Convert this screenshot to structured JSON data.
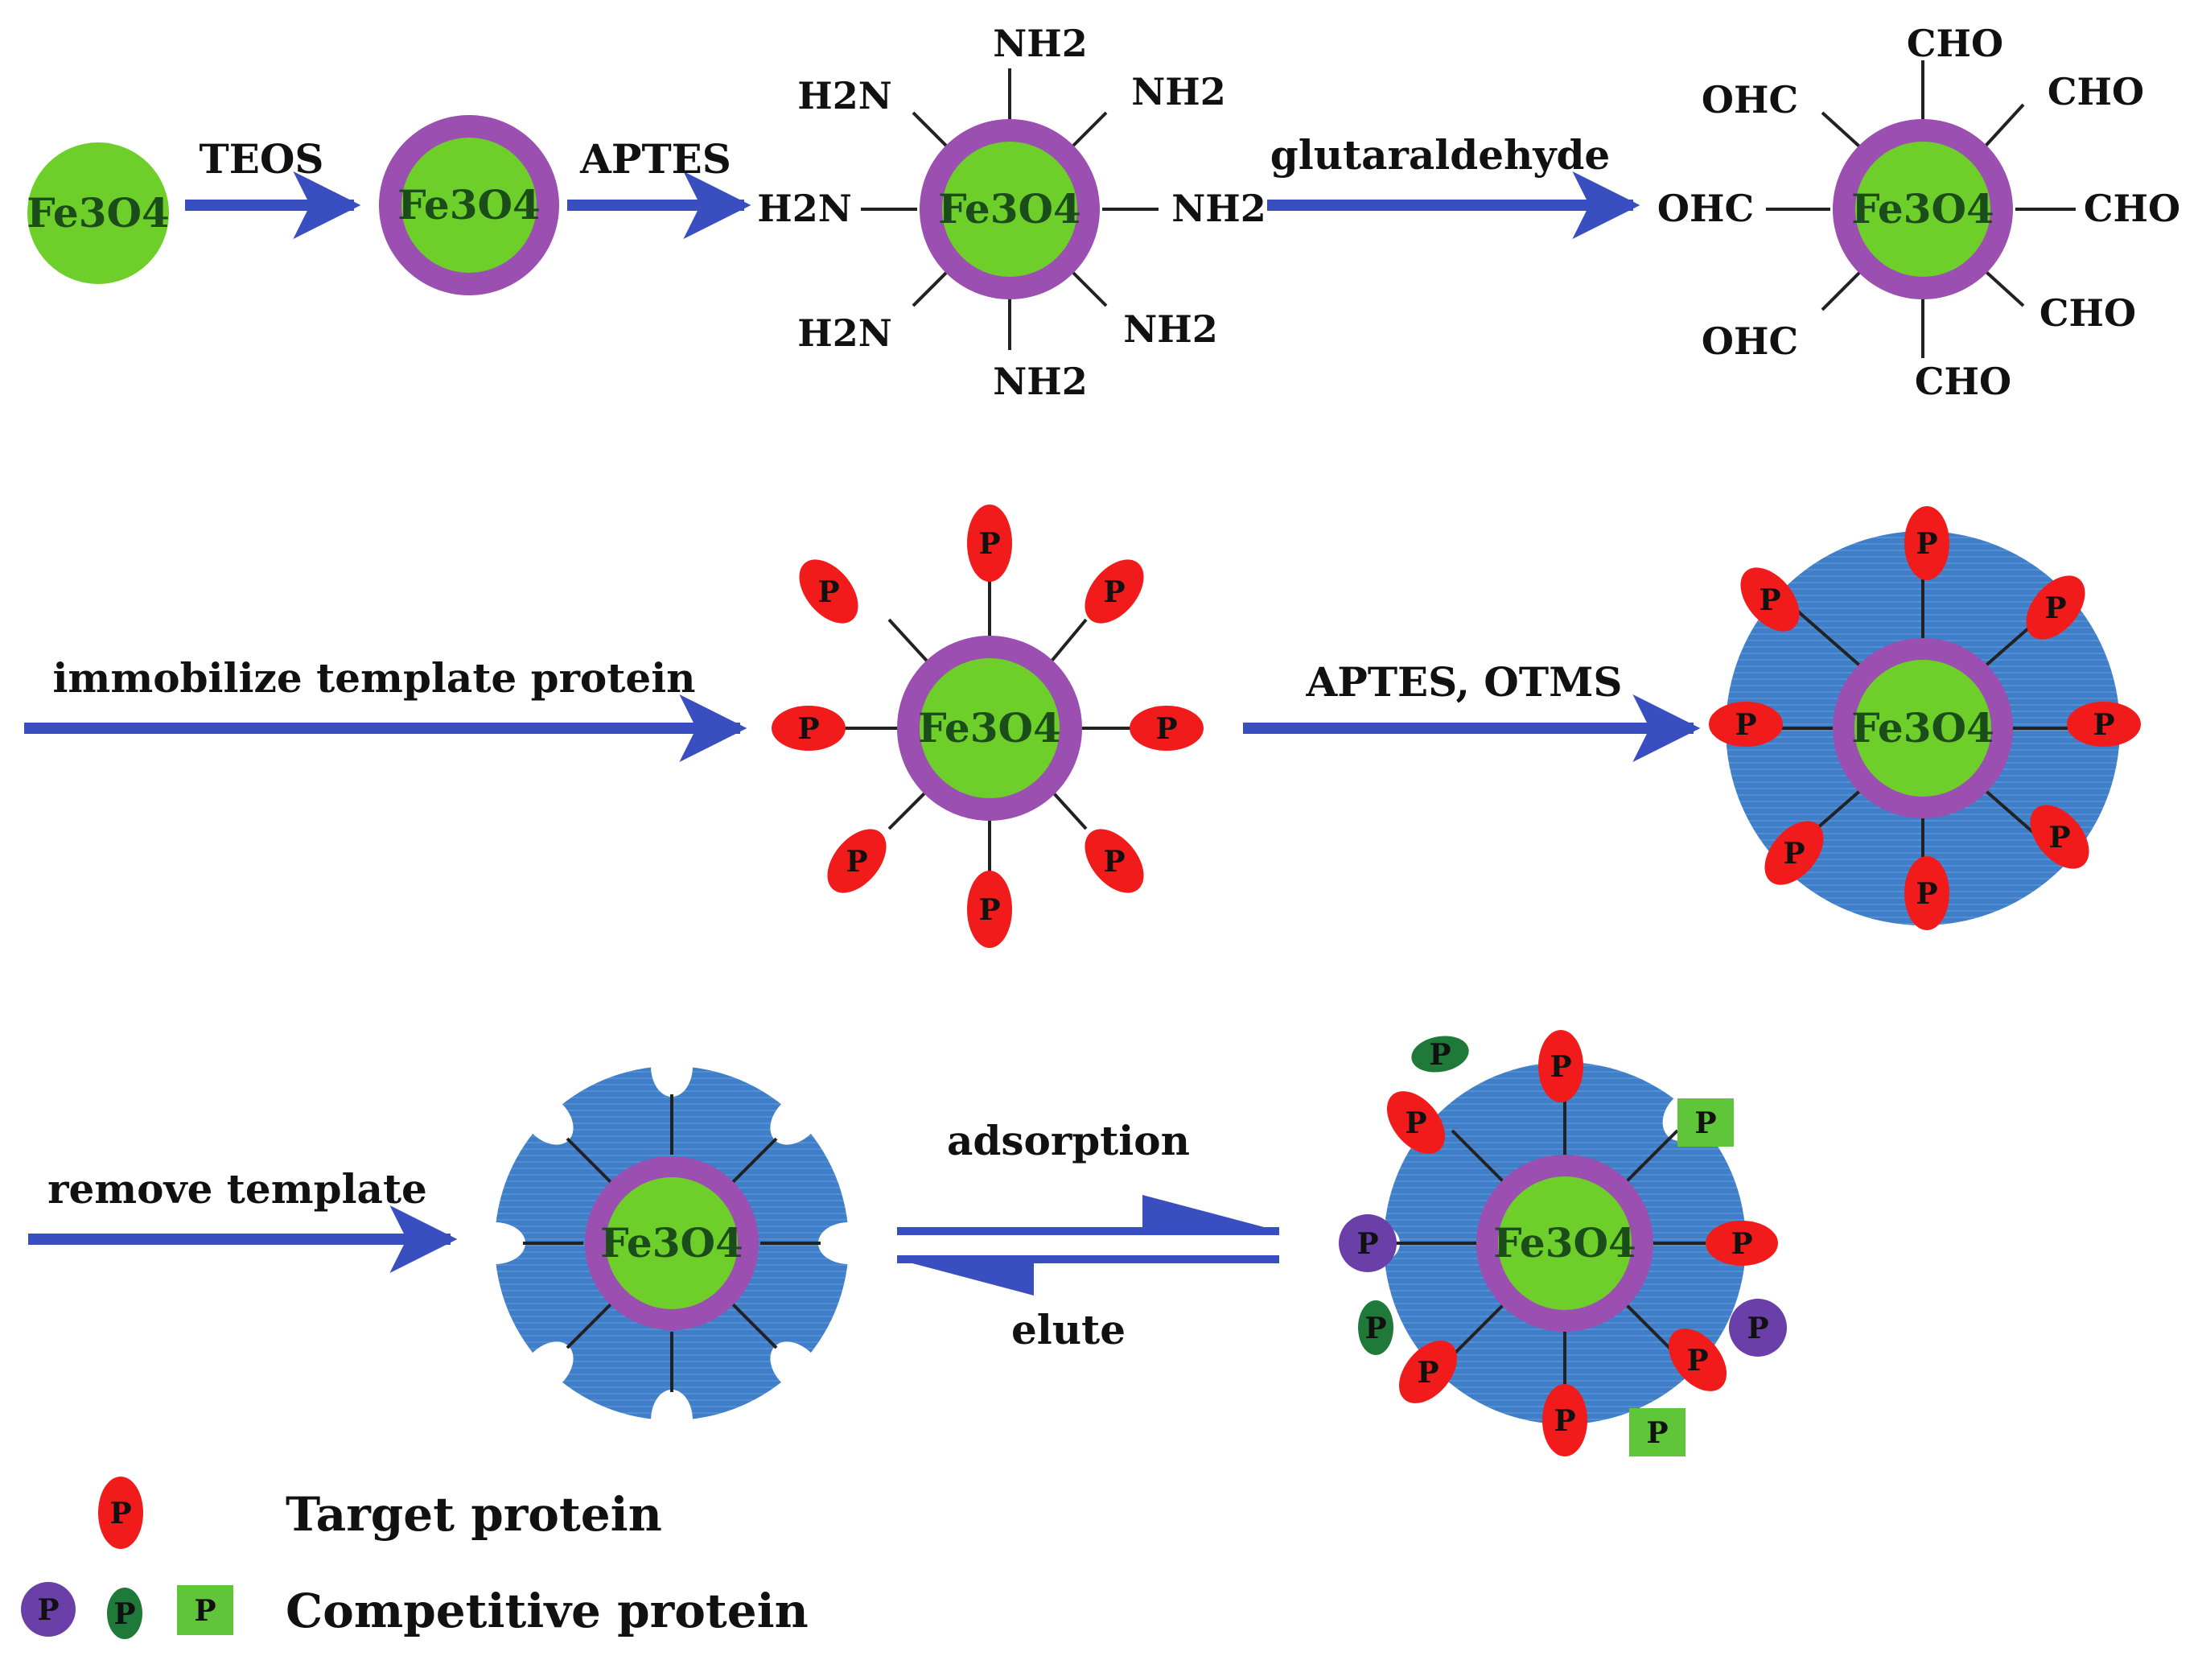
{
  "core_label": "Fe3O4",
  "steps": {
    "teos": "TEOS",
    "aptes": "APTES",
    "glutaraldehyde": "glutaraldehyde",
    "immobilize": "immobilize template protein",
    "aptes_otms": "APTES, OTMS",
    "remove": "remove template",
    "adsorption": "adsorption",
    "elute": "elute"
  },
  "groups": {
    "amine": "NH2",
    "amine_left": "H2N",
    "aldehyde": "CHO",
    "aldehyde_left": "OHC"
  },
  "protein_label": "P",
  "legend": {
    "target": "Target protein",
    "competitive": "Competitive protein"
  },
  "colors": {
    "core_green": "#6fcf2a",
    "shell_purple": "#9b4fb0",
    "polymer_blue": "#3f7fc9",
    "arrow_blue": "#3a4fbf",
    "target_red": "#f21b1b",
    "competitive_purple": "#6a3fa8",
    "competitive_dark_green": "#1f7a3a",
    "competitive_light_green": "#5fc63a"
  }
}
